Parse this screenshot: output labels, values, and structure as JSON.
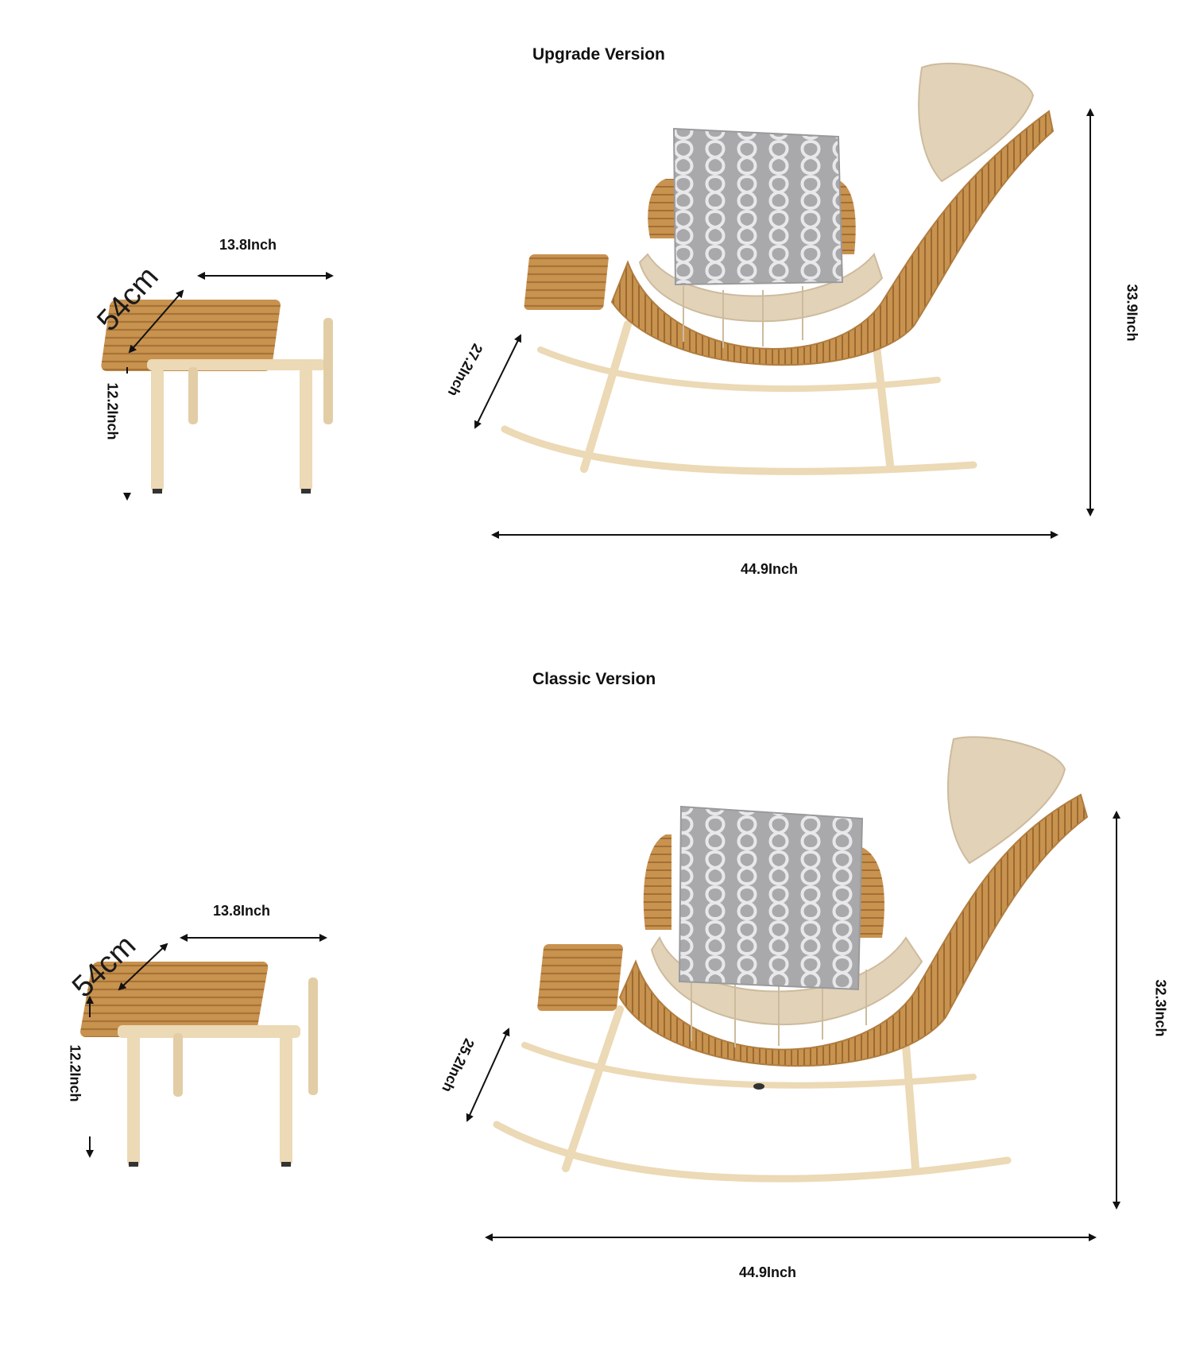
{
  "upgrade": {
    "title": "Upgrade Version",
    "stool_width": "13.8Inch",
    "stool_depth": "54cm",
    "stool_height": "12.2Inch",
    "seat_depth": "27.2Inch",
    "chair_height": "33.9Inch",
    "chair_length": "44.9Inch"
  },
  "classic": {
    "title": "Classic Version",
    "stool_width": "13.8Inch",
    "stool_depth": "54cm",
    "stool_height": "12.2Inch",
    "seat_depth": "25.2Inch",
    "chair_height": "32.3Inch",
    "chair_length": "44.9Inch"
  },
  "colors": {
    "rattan": "#c8924f",
    "frame": "#ecd9b5",
    "cushion": "#e2d2b8",
    "pillow": "#a9a9ab"
  }
}
